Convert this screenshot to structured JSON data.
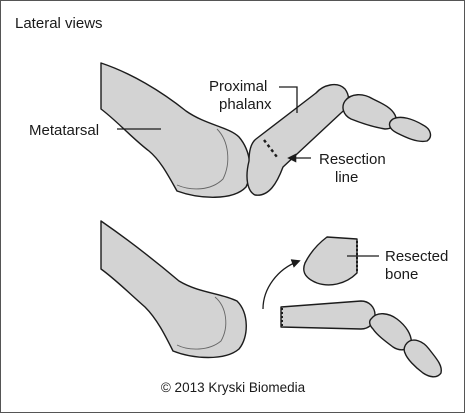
{
  "title": "Lateral views",
  "labels": {
    "metatarsal": "Metatarsal",
    "proximal_phalanx_line1": "Proximal",
    "proximal_phalanx_line2": "phalanx",
    "resection_line_line1": "Resection",
    "resection_line_line2": "line",
    "resected_bone_line1": "Resected",
    "resected_bone_line2": "bone"
  },
  "credit": "© 2013 Kryski Biomedia",
  "colors": {
    "bone_fill": "#d3d3d3",
    "outline": "#1c1c1c",
    "frame_border": "#555555"
  }
}
